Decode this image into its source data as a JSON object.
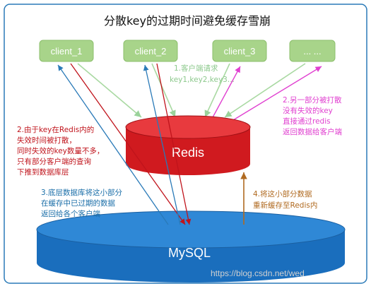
{
  "title": "分散key的过期时间避免缓存雪崩",
  "clients": [
    {
      "label": "client_1"
    },
    {
      "label": "client_2"
    },
    {
      "label": "client_3"
    },
    {
      "label": "... ..."
    }
  ],
  "redis": {
    "label": "Redis"
  },
  "mysql": {
    "label": "MySQL"
  },
  "annotations": {
    "a1": {
      "lines": [
        "1.客户端请求",
        "key1,key2,key3..."
      ],
      "color": "#8dc98d"
    },
    "a2": {
      "lines": [
        "2.由于key在Redis内的",
        "失效时间被打散，",
        "同时失效的key数量不多，",
        "只有部分客户端的查询",
        "下推到数据库层"
      ],
      "color": "#c0141c"
    },
    "a3": {
      "lines": [
        "2.另一部分被打散",
        "没有失效的key",
        "直接通过redis",
        "返回数据给客户端"
      ],
      "color": "#e040d0"
    },
    "a4": {
      "lines": [
        "3.底层数据库将这小部分",
        "在缓存中已过期的数据",
        "返回给各个客户端"
      ],
      "color": "#1a6ea8"
    },
    "a5": {
      "lines": [
        "4.将这小部分数据",
        "重新缓存至Redis内"
      ],
      "color": "#b06a20"
    }
  },
  "watermark": "https://blog.csdn.net/wed"
}
